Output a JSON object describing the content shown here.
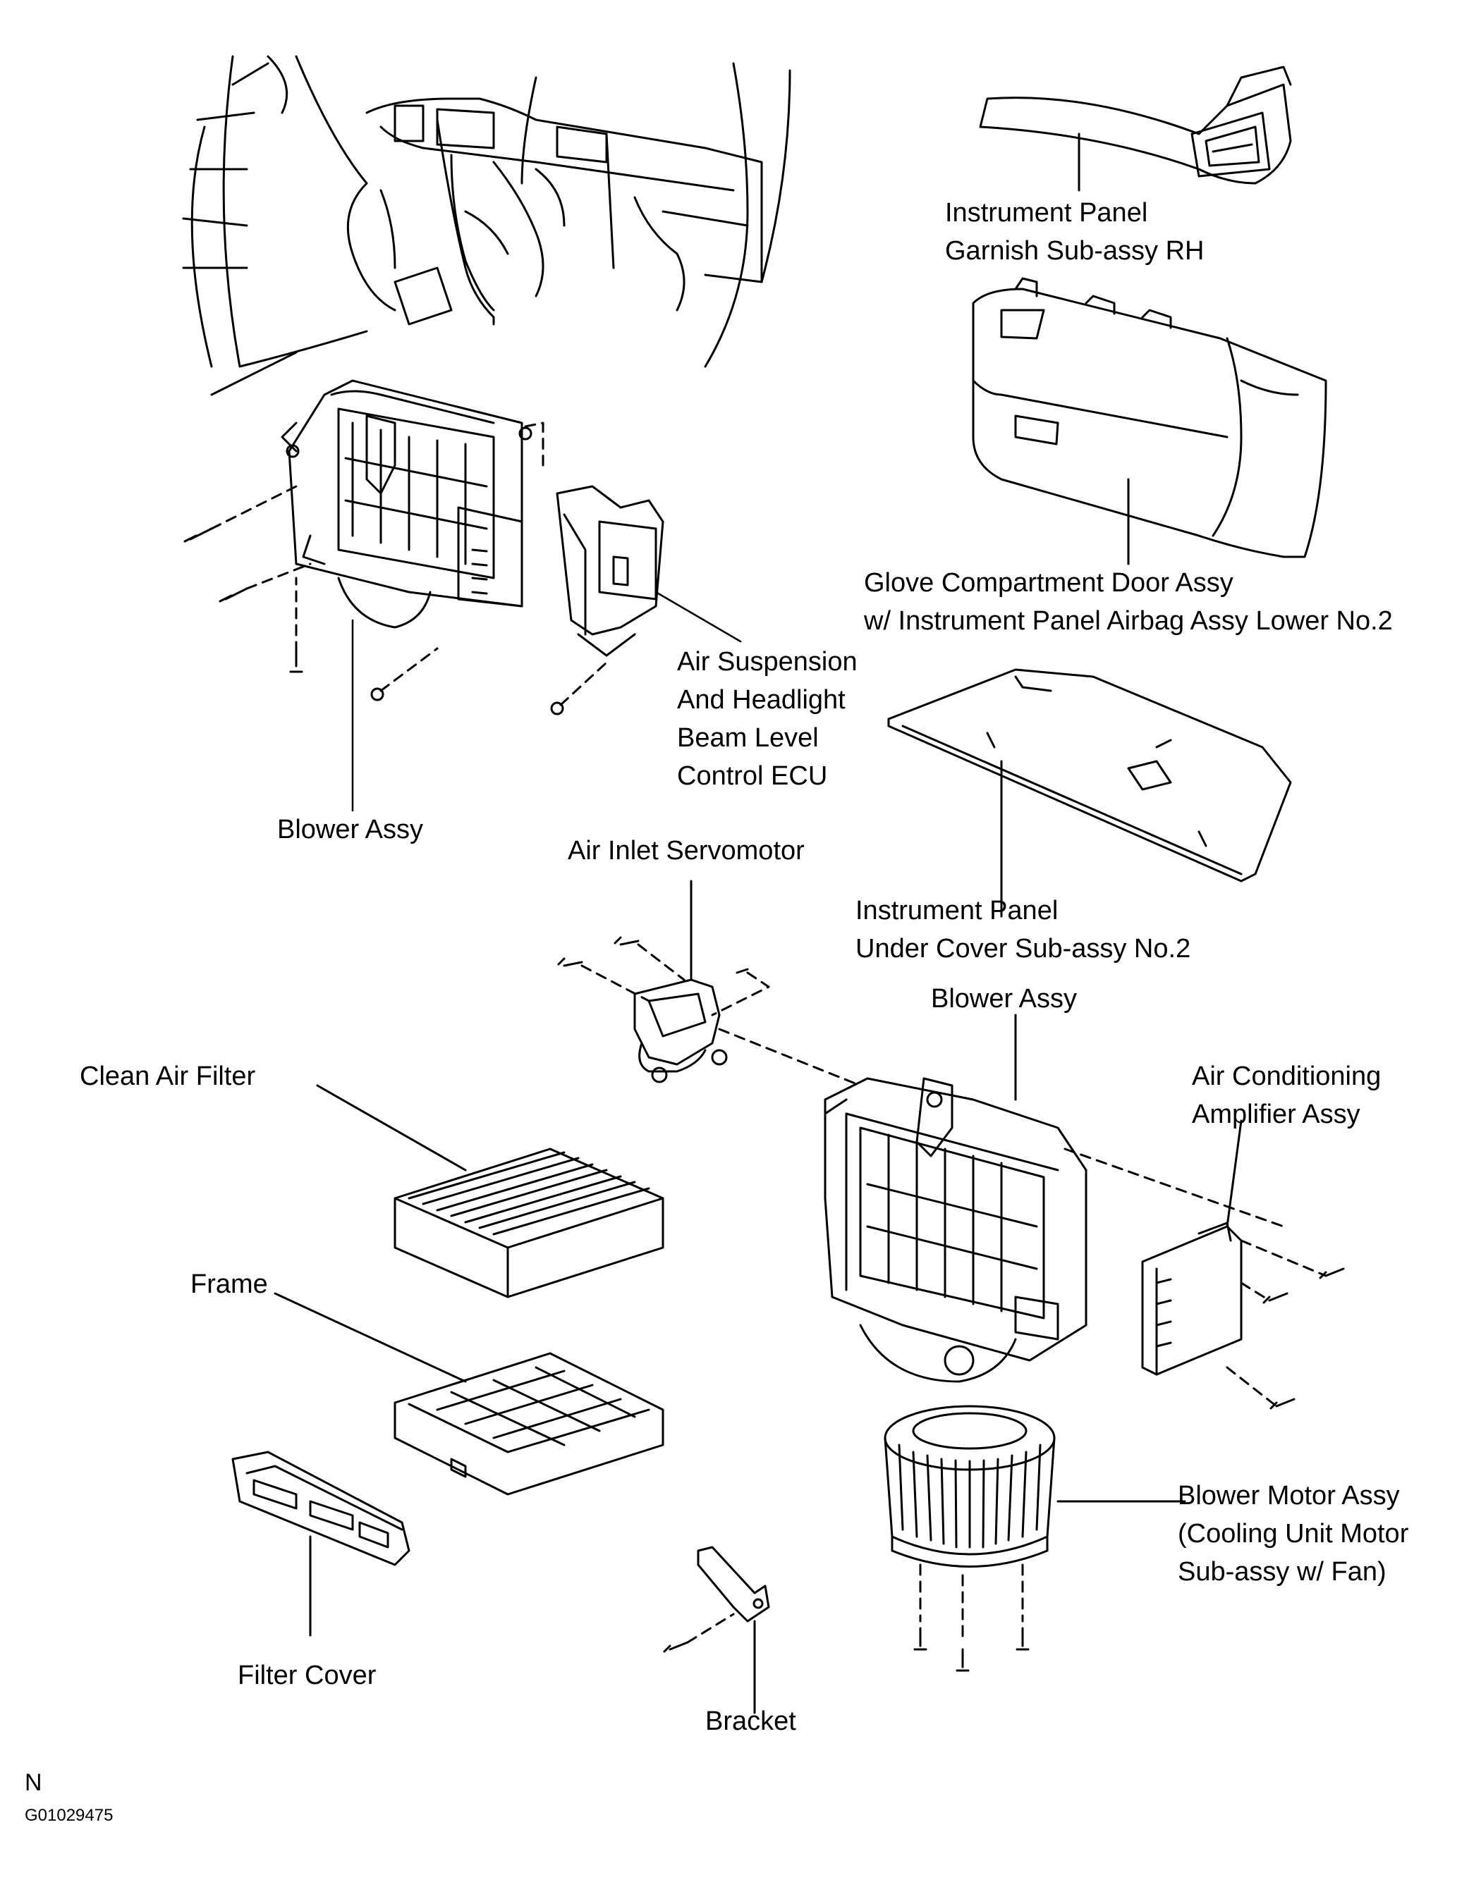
{
  "labels": {
    "garnish_rh": [
      "Instrument Panel",
      "Garnish Sub-assy RH"
    ],
    "glove_door": [
      "Glove Compartment Door Assy",
      "w/ Instrument Panel Airbag Assy Lower No.2"
    ],
    "ecu": [
      "Air Suspension",
      "And Headlight",
      "Beam Level",
      "Control ECU"
    ],
    "blower_top": [
      "Blower Assy"
    ],
    "air_inlet_servo": [
      "Air Inlet Servomotor"
    ],
    "under_cover": [
      "Instrument Panel",
      "Under Cover Sub-assy No.2"
    ],
    "blower_mid": [
      "Blower Assy"
    ],
    "clean_air_filter": [
      "Clean Air Filter"
    ],
    "ac_amplifier": [
      "Air Conditioning",
      "Amplifier Assy"
    ],
    "frame": [
      "Frame"
    ],
    "blower_motor": [
      "Blower Motor Assy",
      "(Cooling Unit Motor",
      "Sub-assy w/ Fan)"
    ],
    "filter_cover": [
      "Filter Cover"
    ],
    "bracket": [
      "Bracket"
    ]
  },
  "footer": {
    "orientation": "N",
    "figure_code": "G01029475"
  }
}
